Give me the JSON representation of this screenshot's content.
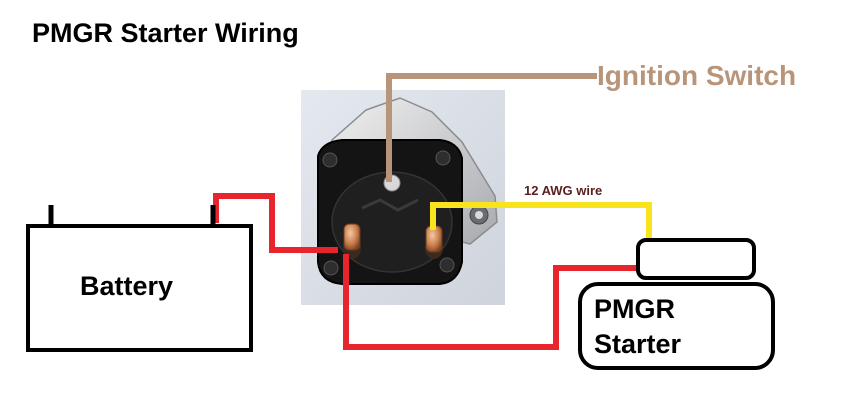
{
  "title": "PMGR Starter Wiring",
  "labels": {
    "ignition_switch": "Ignition Switch",
    "wire_gauge": "12 AWG wire",
    "battery": "Battery",
    "starter_line1": "PMGR",
    "starter_line2": "Starter"
  },
  "colors": {
    "ignition_wire": "#b8957a",
    "battery_cable": "#e8242c",
    "signal_wire": "#f8e41c",
    "outline": "#000000"
  }
}
